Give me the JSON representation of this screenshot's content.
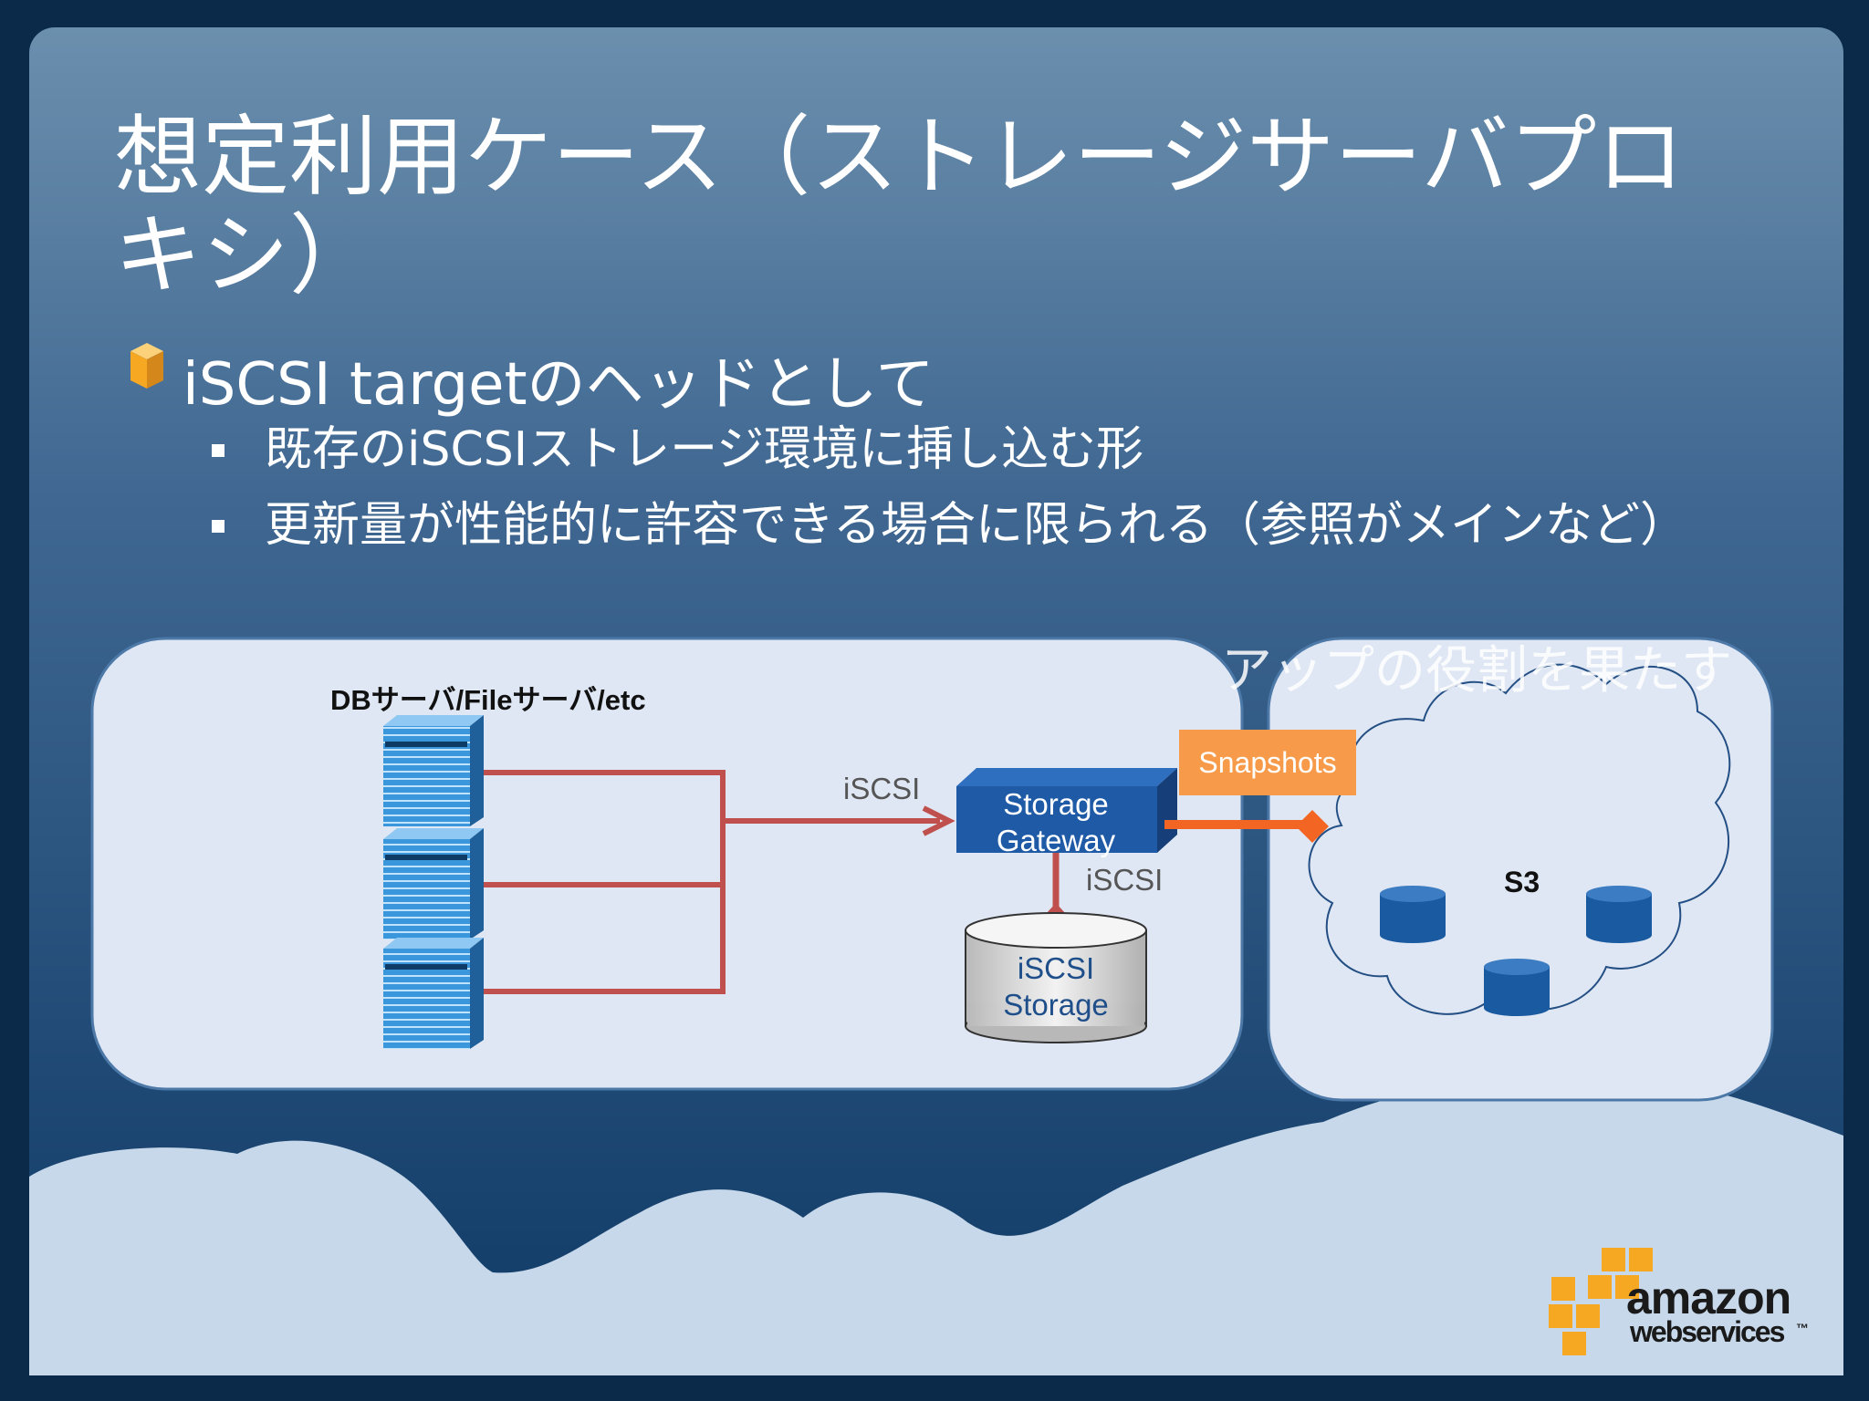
{
  "slide": {
    "title": "想定利用ケース（ストレージサーバプロキシ）",
    "bullet_1": "iSCSI targetのヘッドとして",
    "sub_bullets": [
      "既存のiSCSIストレージ環境に挿し込む形",
      "更新量が性能的に許容できる場合に限られる（参照がメインなど）"
    ],
    "overlap_text": "アップの役割を果たす"
  },
  "diagram": {
    "server_group_label": "DBサーバ/Fileサーバ/etc",
    "link_label_1": "iSCSI",
    "gateway_label": "Storage Gateway",
    "link_label_2": "iSCSI",
    "storage_label": "iSCSI Storage",
    "snapshots_label": "Snapshots",
    "s3_label": "S3"
  },
  "brand": {
    "name": "amazon",
    "sub": "webservices",
    "tm": "™"
  },
  "colors": {
    "background_top": "#6b8fad",
    "background_bottom": "#0f3a66",
    "panel": "#e0e7f4",
    "link_red": "#c0504d",
    "arrow_orange": "#f26522",
    "gateway_blue": "#1f5aa6",
    "snapshots_orange": "#f79b4a",
    "disk_blue": "#1a5aa0",
    "brand_orange": "#f7a823"
  }
}
